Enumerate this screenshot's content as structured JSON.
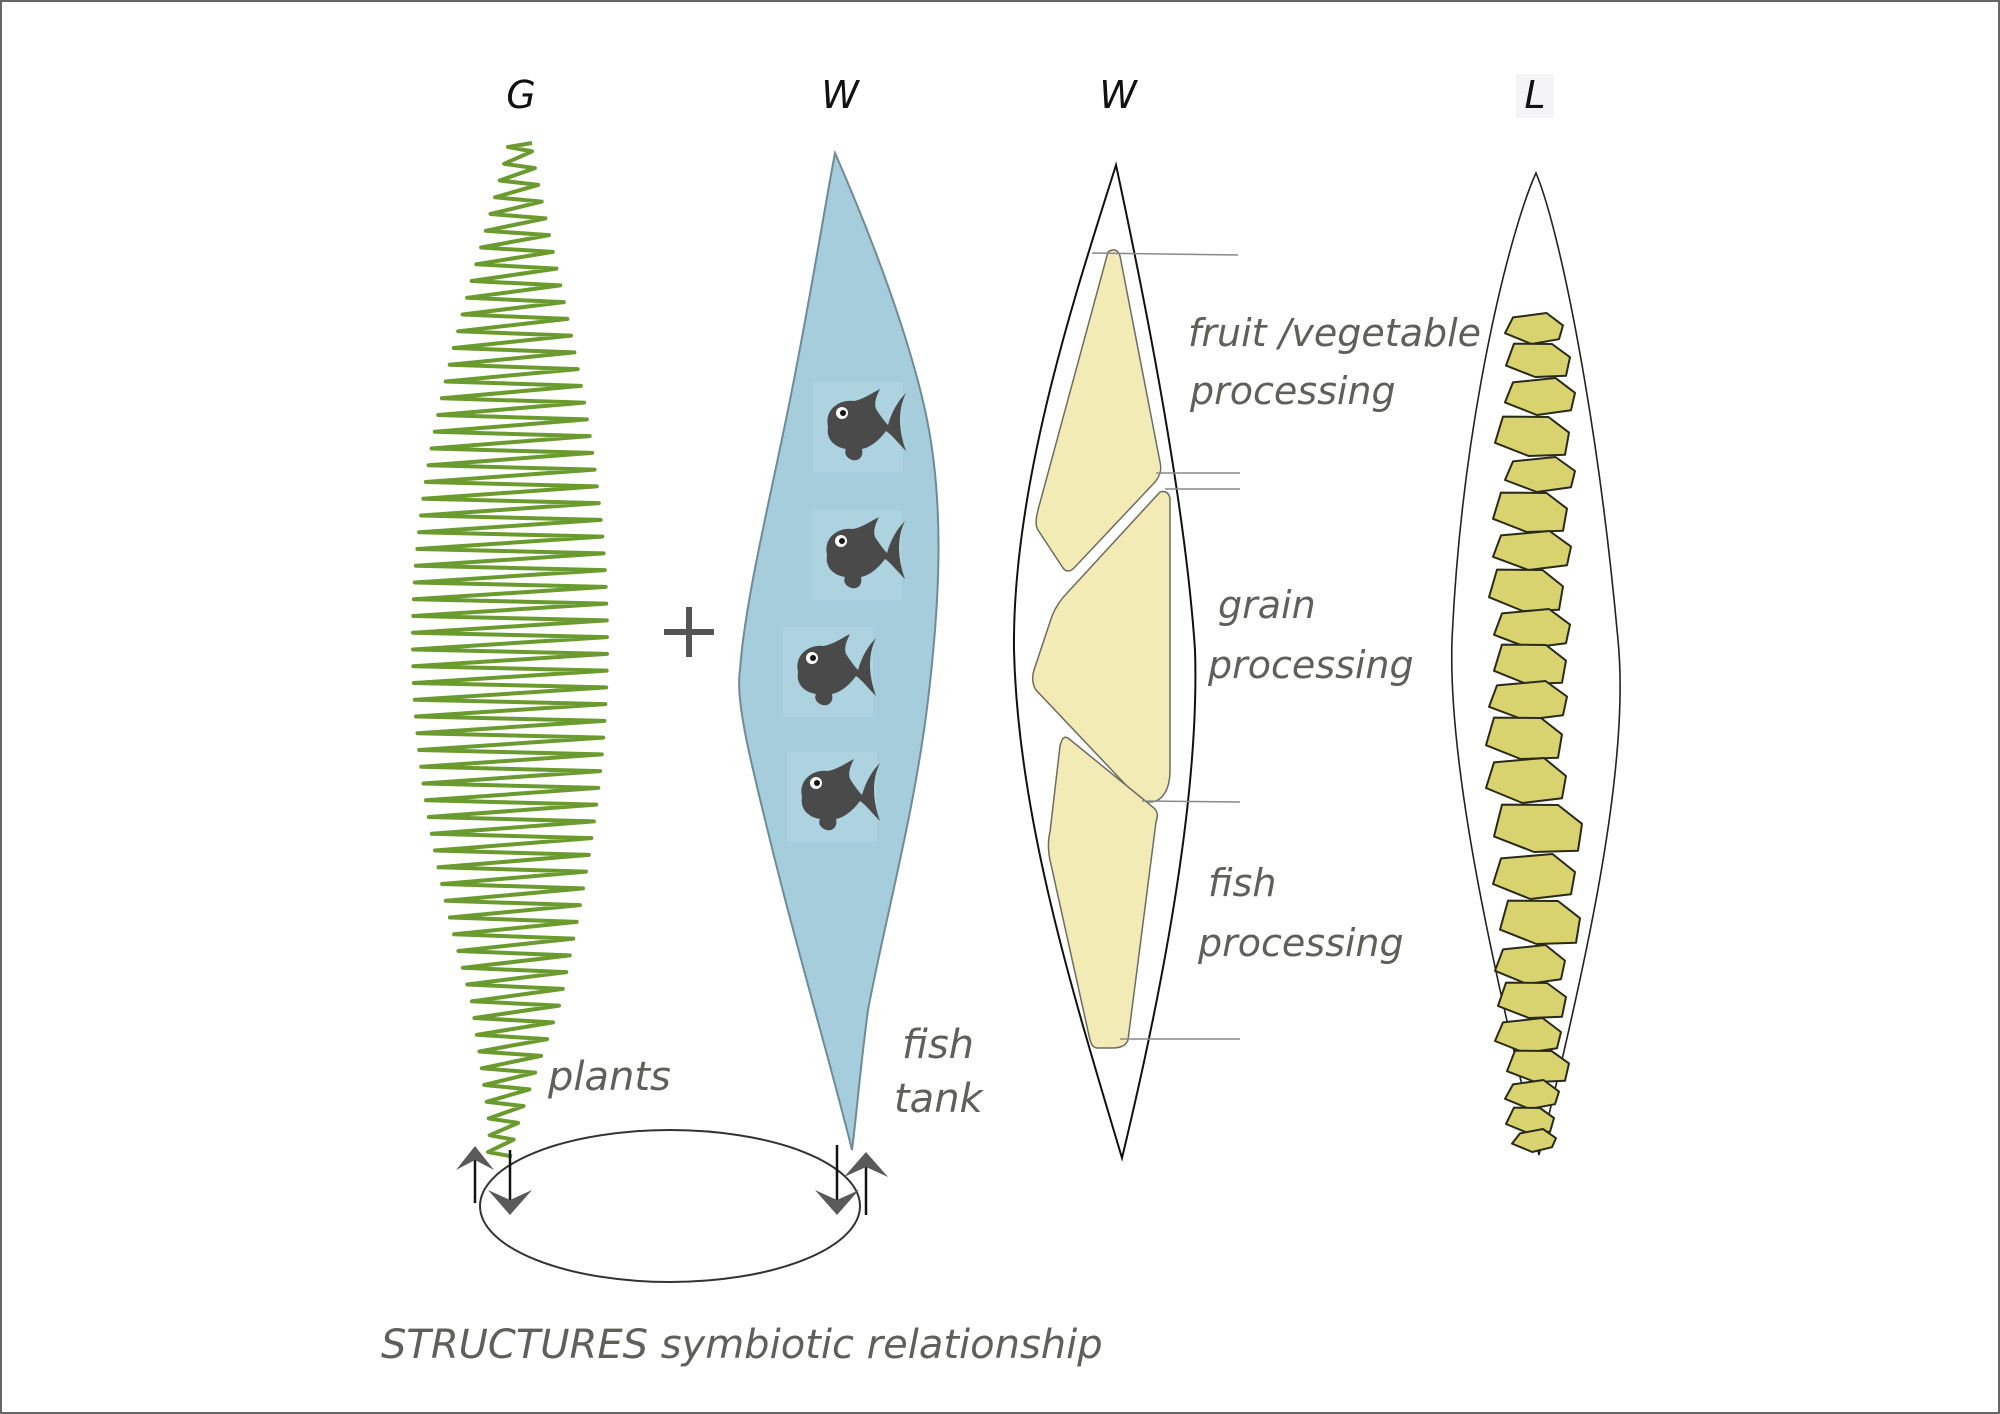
{
  "diagram": {
    "caption": "STRUCTURES symbiotic relationship",
    "operator": "+",
    "columns": [
      {
        "id": "g",
        "title": "G",
        "label_lines": [
          "plants"
        ],
        "structure": "green-zigzag"
      },
      {
        "id": "w1",
        "title": "W",
        "label_lines": [
          "fish",
          "tank"
        ],
        "structure": "blue-lens",
        "fish_count": 4
      },
      {
        "id": "w2",
        "title": "W",
        "structure": "outlined-lens-with-compartments",
        "compartments": [
          {
            "label_lines": [
              "fruit /vegetable",
              "processing"
            ]
          },
          {
            "label_lines": [
              "grain",
              "processing"
            ]
          },
          {
            "label_lines": [
              "fish",
              "processing"
            ]
          }
        ]
      },
      {
        "id": "l",
        "title": "L",
        "structure": "outlined-lens-with-stones",
        "stone_count": 23
      }
    ],
    "cycle": {
      "type": "ellipse-loop",
      "arrows": [
        "up",
        "down",
        "down",
        "up"
      ]
    },
    "colors": {
      "plants_green": "#6b9b2f",
      "tank_blue": "#a6cddb",
      "compartment_beige": "#f2ebb6",
      "stone_yellow": "#d9d36f",
      "fish_dark": "#4a4a4a",
      "text_gray": "#5f5f5c",
      "frame_gray": "#666666"
    }
  }
}
